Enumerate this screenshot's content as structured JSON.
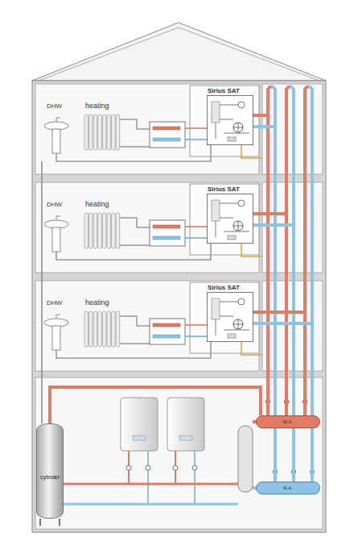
{
  "diagram": {
    "nodes": [
      {
        "text": [
          "Sirius SAT"
        ]
      },
      {
        "text": [
          "Sirius SAT"
        ]
      },
      {
        "text": [
          "Sirius SAT"
        ]
      },
      {
        "text": [
          "cylinder"
        ]
      },
      {
        "text": [
          "M.A."
        ]
      },
      {
        "text": [
          "R.A."
        ]
      }
    ],
    "edges": [
      {
        "from": 4,
        "to": 0,
        "arrow": "none"
      },
      {
        "from": 5,
        "to": 0,
        "arrow": "none"
      },
      {
        "from": 4,
        "to": 1,
        "arrow": "none"
      },
      {
        "from": 5,
        "to": 1,
        "arrow": "none"
      },
      {
        "from": 4,
        "to": 2,
        "arrow": "none"
      },
      {
        "from": 5,
        "to": 2,
        "arrow": "none"
      },
      {
        "from": 4,
        "to": 3,
        "arrow": "none"
      }
    ],
    "labels": [
      "DHW",
      "heating",
      "DHW",
      "heating",
      "DHW",
      "heating"
    ]
  }
}
